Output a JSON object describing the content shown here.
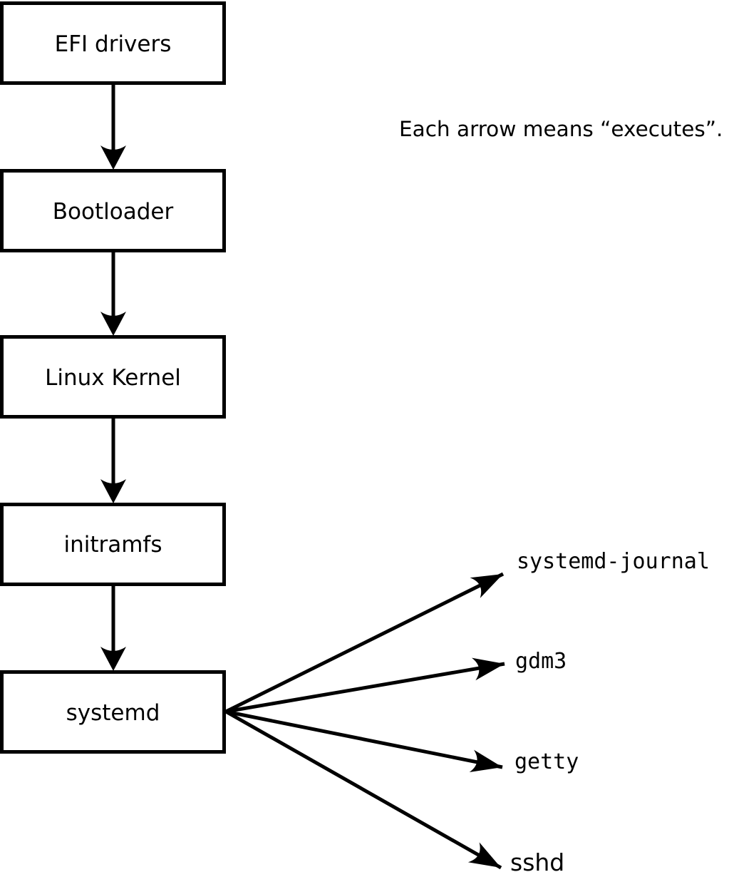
{
  "annotation": {
    "text": "Each arrow means “executes”."
  },
  "chain": {
    "boxes": [
      {
        "label": "EFI drivers"
      },
      {
        "label": "Bootloader"
      },
      {
        "label": "Linux Kernel"
      },
      {
        "label": "initramfs"
      },
      {
        "label": "systemd"
      }
    ]
  },
  "children": [
    {
      "label": "systemd-journal"
    },
    {
      "label": "gdm3"
    },
    {
      "label": "getty"
    },
    {
      "label": "sshd"
    }
  ],
  "colors": {
    "background": "#ffffff",
    "ink": "#000000"
  }
}
